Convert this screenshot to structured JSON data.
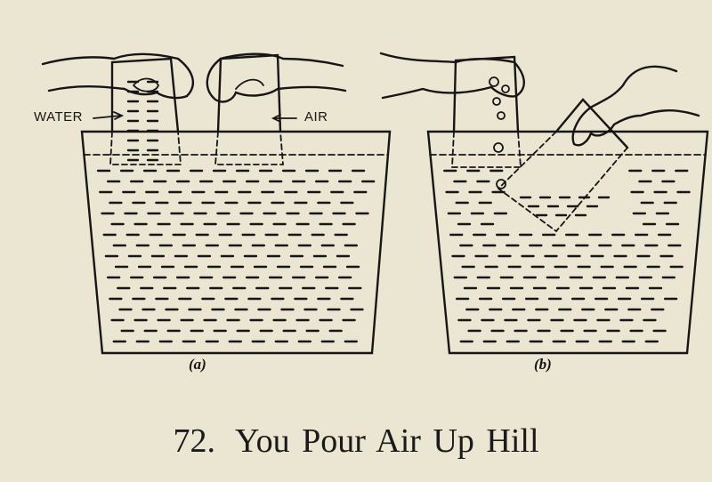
{
  "figure": {
    "label_water": "WATER",
    "label_air": "AIR",
    "panel_a": "(a)",
    "panel_b": "(b)",
    "caption_number": "72.",
    "caption_title": "You Pour Air Up Hill",
    "ink_color": "#161616",
    "paper_color": "#ebe6d2"
  }
}
